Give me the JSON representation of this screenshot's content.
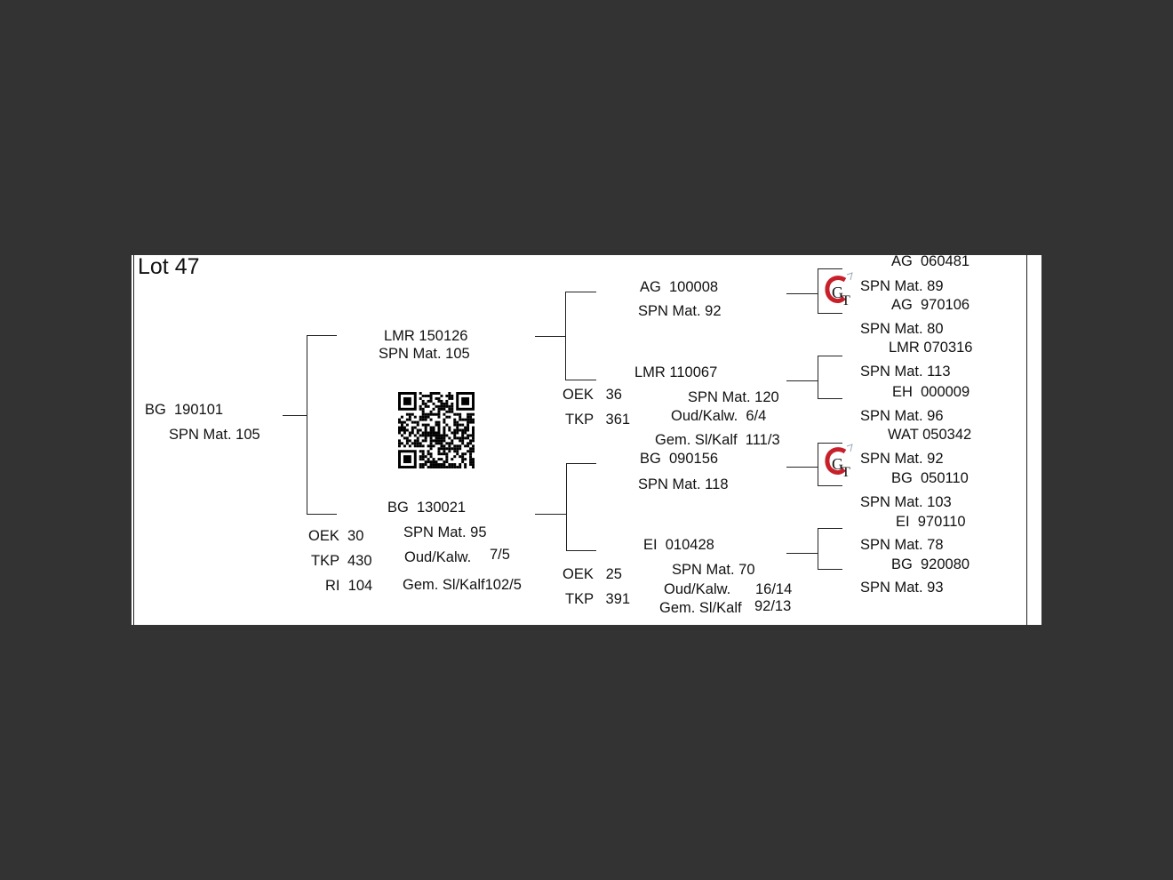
{
  "title": "Lot 47",
  "subject": {
    "id": "BG  190101",
    "spn": "SPN Mat. 105"
  },
  "sire": {
    "id": "LMR 150126",
    "spn": "SPN Mat. 105"
  },
  "dam": {
    "id": "BG  130021",
    "spn": "SPN Mat. 95",
    "oek": "OEK  30",
    "tkp": "TKP  430",
    "ri": "RI  104",
    "oud_kalw_label": "Oud/Kalw.",
    "oud_kalw": "7/5",
    "gem": "Gem. Sl/Kalf102/5"
  },
  "sire_sire": {
    "id": "AG  100008",
    "spn": "SPN Mat. 92"
  },
  "sire_dam": {
    "id": "LMR 110067",
    "spn": "SPN Mat. 120",
    "oek": "OEK   36",
    "tkp": "TKP   361",
    "oud_kalw": "Oud/Kalw.  6/4",
    "gem": "Gem. Sl/Kalf  111/3"
  },
  "dam_sire": {
    "id": "BG  090156",
    "spn": "SPN Mat. 118"
  },
  "dam_dam": {
    "id": "EI  010428",
    "spn": "SPN Mat. 70",
    "oek": "OEK   25",
    "tkp": "TKP   391",
    "oud_kalw_label": "Oud/Kalw.",
    "oud_kalw": "16/14",
    "gem_label": "Gem. Sl/Kalf",
    "gem": "92/13"
  },
  "gen3": [
    {
      "id": "AG  060481",
      "spn": "SPN Mat. 89"
    },
    {
      "id": "AG  970106",
      "spn": "SPN Mat. 80"
    },
    {
      "id": "LMR 070316",
      "spn": "SPN Mat. 113"
    },
    {
      "id": "EH  000009",
      "spn": "SPN Mat. 96"
    },
    {
      "id": "WAT 050342",
      "spn": "SPN Mat. 92"
    },
    {
      "id": "BG  050110",
      "spn": "SPN Mat. 103"
    },
    {
      "id": "EI  970110",
      "spn": "SPN Mat. 78"
    },
    {
      "id": "BG  920080",
      "spn": "SPN Mat. 93"
    }
  ],
  "logo_text": "GT",
  "colors": {
    "background": "#333333",
    "page": "#ffffff",
    "text": "#111111",
    "logo_red": "#c8202a"
  }
}
